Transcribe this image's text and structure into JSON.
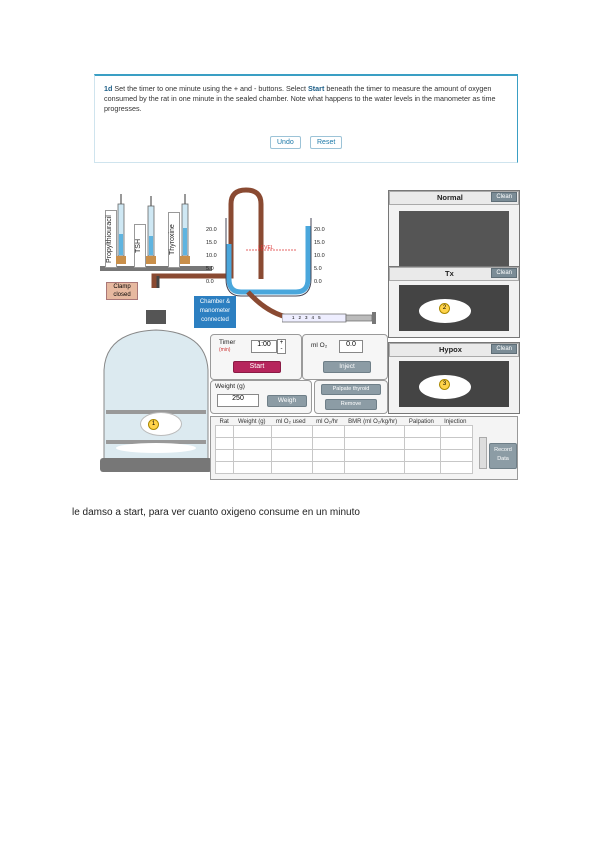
{
  "instruction": {
    "step": "1d",
    "text_before": "Set the timer to one minute using the + and - buttons. Select ",
    "bold": "Start",
    "text_after": " beneath the timer to measure the amount of oxygen consumed by the rat in one minute in the sealed chamber. Note what happens to the water levels in the manometer as time progresses.",
    "undo_label": "Undo",
    "reset_label": "Reset"
  },
  "syringes": [
    "Propylthiouracil",
    "TSH",
    "Thyroxine"
  ],
  "clamp_label": "Clamp closed",
  "chamber_status": "Chamber & manometer connected",
  "manometer": {
    "left_ticks": [
      "20.0",
      "15.0",
      "10.0",
      "5.0",
      "0.0"
    ],
    "right_ticks": [
      "20.0",
      "15.0",
      "10.0",
      "5.0",
      "0.0"
    ],
    "level_label": "LEVEL"
  },
  "syringe_scale": [
    "1",
    "2",
    "3",
    "4",
    "5"
  ],
  "chambers": [
    {
      "title": "Normal",
      "clean": "Clean",
      "rat": ""
    },
    {
      "title": "Tx",
      "clean": "Clean",
      "rat": "2"
    },
    {
      "title": "Hypox",
      "clean": "Clean",
      "rat": "3"
    }
  ],
  "main_rat": "1",
  "timer": {
    "label": "Timer",
    "unit": "(min)",
    "value": "1:00",
    "start": "Start"
  },
  "ml_o2": {
    "label": "ml O₂",
    "value": "0.0",
    "inject": "Inject"
  },
  "weight": {
    "label": "Weight (g)",
    "value": "250",
    "weigh": "Weigh"
  },
  "buttons": {
    "palpate": "Palpate thyroid",
    "remove": "Remove"
  },
  "table": {
    "headers": [
      "Rat",
      "Weight (g)",
      "ml O₂ used",
      "ml O₂/hr",
      "BMR (ml O₂/kg/hr)",
      "Palpation",
      "Injection"
    ],
    "rows": 4,
    "record": "Record Data"
  },
  "caption": "le damso a start, para ver cuanto oxigeno consume en un minuto"
}
